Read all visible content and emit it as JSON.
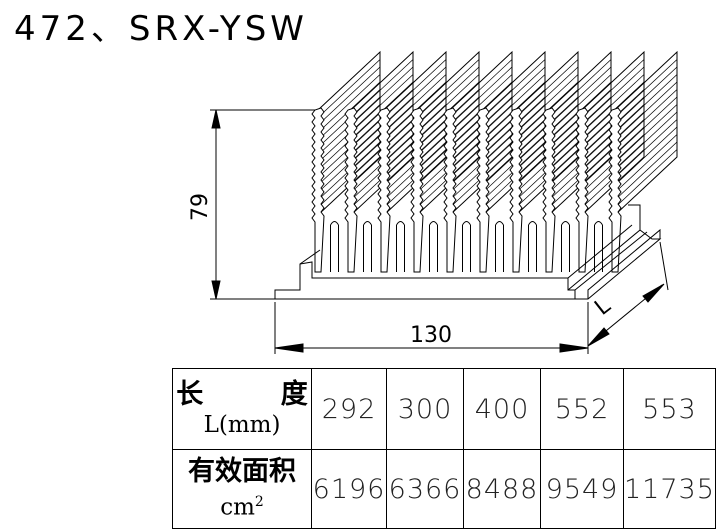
{
  "title": "472、SRX-YSW",
  "dimensions": {
    "height": "79",
    "width": "130",
    "length": "L"
  },
  "table": {
    "length_header": {
      "name": "长 度",
      "unit": "L(mm)"
    },
    "area_header": {
      "name": "有效面积",
      "unit": "cm",
      "unit_exp": "2"
    },
    "lengths": [
      "292",
      "300",
      "400",
      "552",
      "553"
    ],
    "areas": [
      "6196",
      "6366",
      "8488",
      "9549",
      "11735"
    ]
  }
}
